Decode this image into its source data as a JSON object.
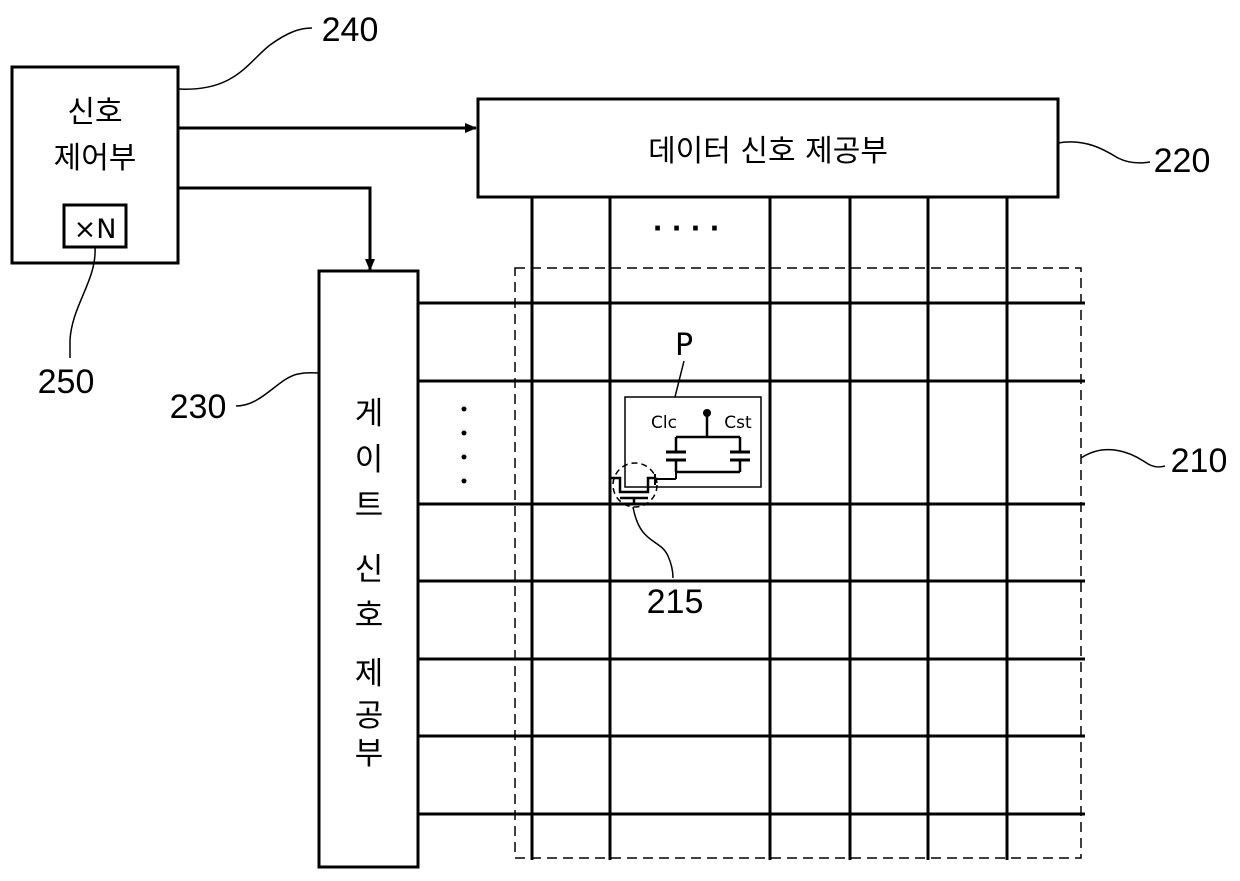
{
  "blocks": {
    "signal_controller": {
      "line1": "신호",
      "line2": "제어부",
      "multiplier": "×N"
    },
    "data_driver": {
      "label": "데이터 신호 제공부"
    },
    "gate_driver": {
      "chars": [
        "게",
        "이",
        "트",
        "신",
        "호",
        "제",
        "공",
        "부"
      ]
    }
  },
  "pixel": {
    "label": "P",
    "clc": "Clc",
    "cst": "Cst"
  },
  "ellipsis": {
    "horizontal": "· · · ·"
  },
  "refs": {
    "r240": "240",
    "r220": "220",
    "r250": "250",
    "r230": "230",
    "r210": "210",
    "r215": "215"
  }
}
